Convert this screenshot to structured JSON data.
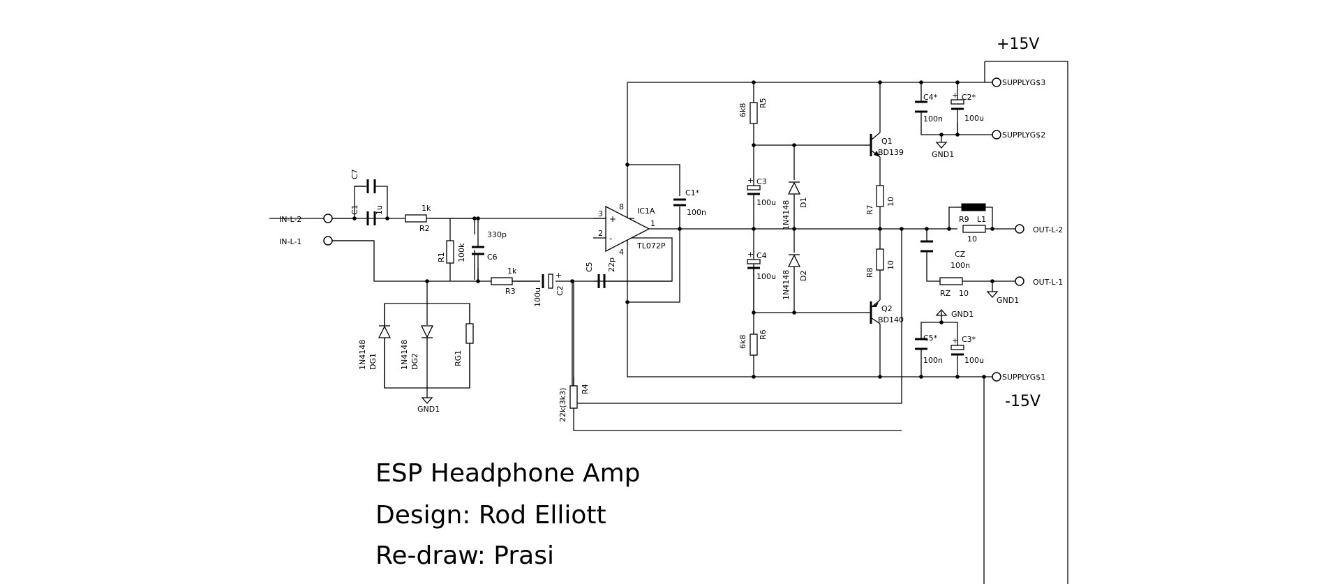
{
  "title_block": {
    "title": "ESP Headphone Amp",
    "design": "Design: Rod Elliott",
    "redraw": "Re-draw: Prasi"
  },
  "rails": {
    "positive": "+15V",
    "negative": "-15V"
  },
  "ports": {
    "in_l_2": "IN-L-2",
    "in_l_1": "IN-L-1",
    "out_l_2": "OUT-L-2",
    "out_l_1": "OUT-L-1",
    "supply_3": "SUPPLYG$3",
    "supply_2": "SUPPLYG$2",
    "supply_1": "SUPPLYG$1"
  },
  "ground_label": "GND1",
  "opamp": {
    "name": "IC1A",
    "value": "TL072P",
    "pin_plus": "3",
    "pin_minus": "2",
    "pin_out": "1",
    "pin_vplus": "8",
    "pin_vminus": "4",
    "plus_sign": "+",
    "minus_sign": "-"
  },
  "components": {
    "C7": {
      "name": "C7"
    },
    "C1": {
      "name": "C1",
      "value": "1u"
    },
    "R2": {
      "name": "R2",
      "value": "1k"
    },
    "R1": {
      "name": "R1",
      "value": "100k"
    },
    "C6": {
      "name": "C6",
      "value": "330p"
    },
    "R3": {
      "name": "R3",
      "value": "1k"
    },
    "C2": {
      "name": "C2",
      "value": "100u"
    },
    "C5": {
      "name": "C5",
      "value": "22p"
    },
    "C1s": {
      "name": "C1*",
      "value": "100n"
    },
    "DG1": {
      "name": "DG1",
      "value": "1N4148"
    },
    "DG2": {
      "name": "DG2",
      "value": "1N4148"
    },
    "RG1": {
      "name": "RG1"
    },
    "R4": {
      "name": "R4",
      "value": "22k(3k3)"
    },
    "R5": {
      "name": "R5",
      "value": "6k8"
    },
    "C3": {
      "name": "C3",
      "value": "100u"
    },
    "D1": {
      "name": "D1",
      "value": "1N4148"
    },
    "C4": {
      "name": "C4",
      "value": "100u"
    },
    "D2": {
      "name": "D2",
      "value": "1N4148"
    },
    "R6": {
      "name": "R6",
      "value": "6k8"
    },
    "Q1": {
      "name": "Q1",
      "value": "BD139"
    },
    "Q2": {
      "name": "Q2",
      "value": "BD140"
    },
    "R7": {
      "name": "R7",
      "value": "10"
    },
    "R8": {
      "name": "R8",
      "value": "10"
    },
    "R9": {
      "name": "R9",
      "value": "10"
    },
    "L1": {
      "name": "L1"
    },
    "CZ": {
      "name": "CZ",
      "value": "100n"
    },
    "RZ": {
      "name": "RZ",
      "value": "10"
    },
    "C4s": {
      "name": "C4*",
      "value": "100n"
    },
    "C2s": {
      "name": "C2*",
      "value": "100u"
    },
    "C5s": {
      "name": "C5*",
      "value": "100n"
    },
    "C3s": {
      "name": "C3*",
      "value": "100u"
    },
    "polarity": "+"
  }
}
